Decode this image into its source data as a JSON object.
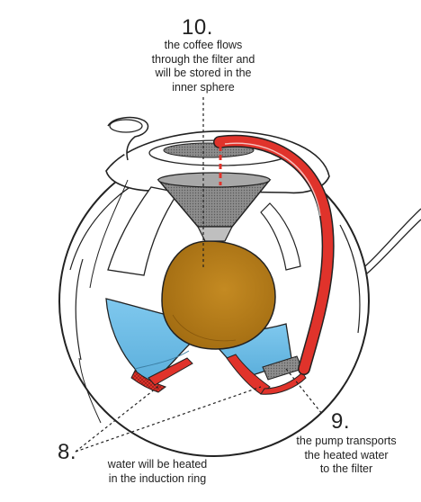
{
  "annotations": {
    "step10": {
      "number": "10.",
      "lines": [
        "the coffee flows",
        "through the filter and",
        "will be stored in the",
        "inner sphere"
      ]
    },
    "step9": {
      "number": "9.",
      "lines": [
        "the pump transports",
        "the heated water",
        "to the filter"
      ]
    },
    "step8": {
      "number": "8.",
      "lines": [
        "water will be heated",
        "in the induction ring"
      ]
    }
  },
  "colors": {
    "coffee": "#b07a17",
    "water": "#6cbde6",
    "pump_tube": "#e0332b",
    "filter": "#9a9a9a",
    "outline": "#222222"
  }
}
